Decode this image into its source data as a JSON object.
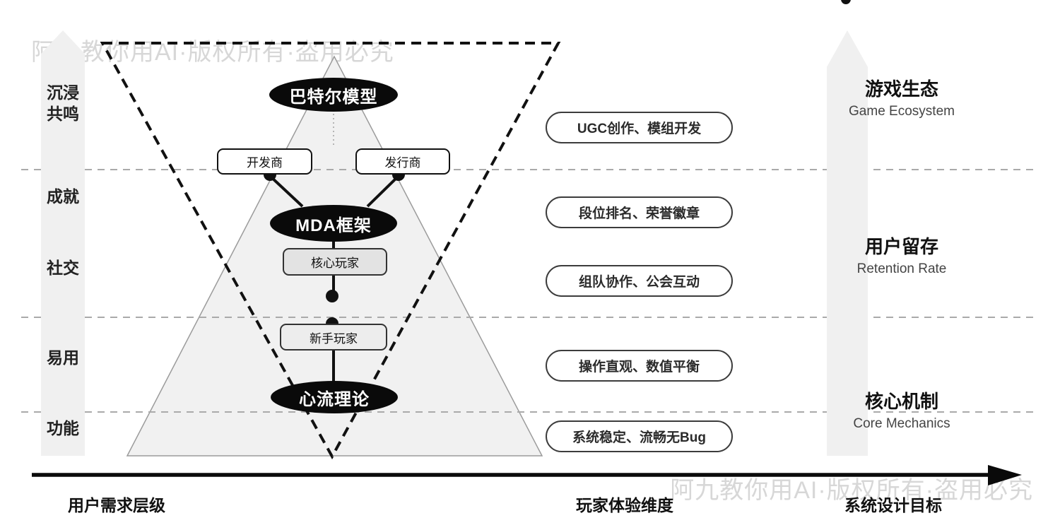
{
  "watermark": "阿九教你用AI·版权所有·盗用必究",
  "colors": {
    "node_fill": "#0a0a0a",
    "node_text": "#ffffff",
    "pyramid_fill": "#f1f1f1",
    "pyramid_stroke": "#9b9b9b",
    "band_fill": "#f0f0f0",
    "row_divider": "#aaaaaa",
    "dashed_triangle": "#111111",
    "watermark_color": "#d7d7d7"
  },
  "left_axis": {
    "levels": [
      {
        "line1": "沉浸",
        "line2": "共鸣"
      },
      {
        "line1": "成就"
      },
      {
        "line1": "社交"
      },
      {
        "line1": "易用"
      },
      {
        "line1": "功能"
      }
    ]
  },
  "pyramid": {
    "top_model": "巴特尔模型",
    "developer": "开发商",
    "publisher": "发行商",
    "mid_model": "MDA框架",
    "core_player": "核心玩家",
    "new_player": "新手玩家",
    "bottom_model": "心流理论"
  },
  "experience_items": [
    {
      "label": "UGC创作、模组开发"
    },
    {
      "label": "段位排名、荣誉徽章"
    },
    {
      "label": "组队协作、公会互动"
    },
    {
      "label": "操作直观、数值平衡"
    },
    {
      "label": "系统稳定、流畅无Bug"
    }
  ],
  "right_axis": {
    "goals": [
      {
        "zh": "游戏生态",
        "en": "Game Ecosystem"
      },
      {
        "zh": "用户留存",
        "en": "Retention Rate"
      },
      {
        "zh": "核心机制",
        "en": "Core Mechanics"
      }
    ]
  },
  "bottom_axis": {
    "labels": [
      "用户需求层级",
      "玩家体验维度",
      "系统设计目标"
    ]
  }
}
